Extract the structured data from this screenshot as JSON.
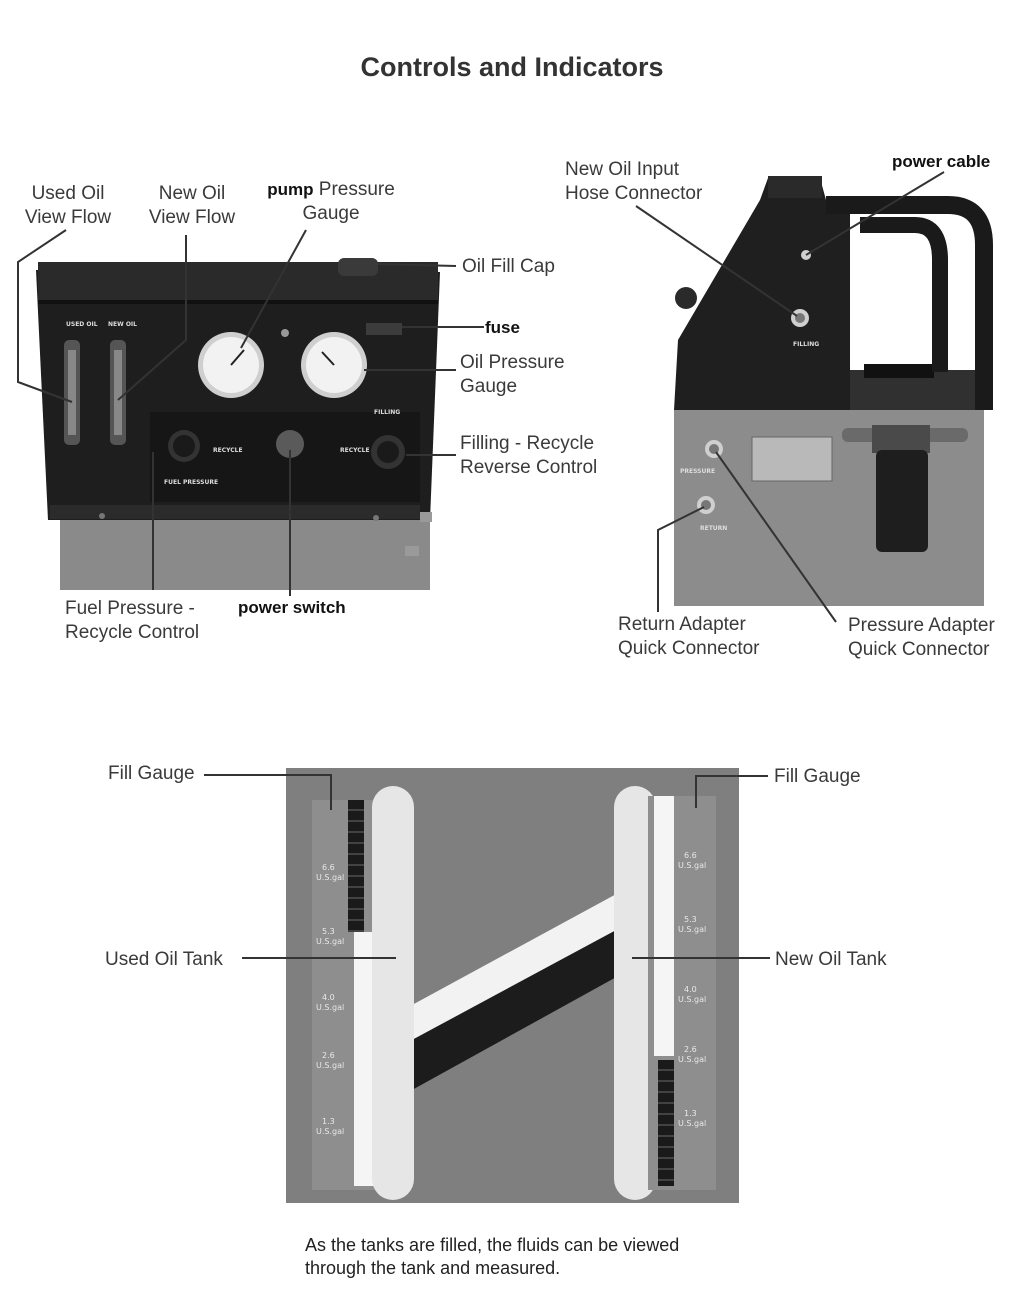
{
  "title": "Controls and Indicators",
  "front_panel": {
    "labels": {
      "used_oil_view_flow": [
        "Used Oil",
        "View Flow"
      ],
      "new_oil_view_flow": [
        "New Oil",
        "View Flow"
      ],
      "pump_pressure_gauge_bold": "pump",
      "pump_pressure_gauge": [
        "Pressure",
        "Gauge"
      ],
      "oil_fill_cap": "Oil Fill Cap",
      "fuse": "fuse",
      "oil_pressure_gauge": [
        "Oil Pressure",
        "Gauge"
      ],
      "filling_recycle": [
        "Filling - Recycle",
        "Reverse Control"
      ],
      "fuel_pressure_recycle": [
        "Fuel Pressure -",
        "Recycle Control"
      ],
      "power_switch": "power switch"
    },
    "panel_text": {
      "used_oil": "USED OIL",
      "new_oil": "NEW OIL",
      "recycle_left": "RECYCLE",
      "fuel_pressure": "FUEL PRESSURE",
      "filling": "FILLING",
      "recycle_right": "RECYCLE"
    }
  },
  "side_view": {
    "labels": {
      "new_oil_input": [
        "New Oil Input",
        "Hose Connector"
      ],
      "power_cable": "power cable",
      "return_adapter": [
        "Return Adapter",
        "Quick Connector"
      ],
      "pressure_adapter": [
        "Pressure Adapter",
        "Quick Connector"
      ]
    },
    "panel_text": {
      "filling": "FILLING",
      "pressure": "PRESSURE",
      "return": "RETURN"
    }
  },
  "tanks": {
    "labels": {
      "fill_gauge_left": "Fill Gauge",
      "fill_gauge_right": "Fill Gauge",
      "used_oil_tank": "Used Oil Tank",
      "new_oil_tank": "New Oil Tank"
    },
    "gauge_marks": [
      {
        "value": "6.6",
        "unit": "U.S.gal"
      },
      {
        "value": "5.3",
        "unit": "U.S.gal"
      },
      {
        "value": "4.0",
        "unit": "U.S.gal"
      },
      {
        "value": "2.6",
        "unit": "U.S.gal"
      },
      {
        "value": "1.3",
        "unit": "U.S.gal"
      }
    ]
  },
  "caption": [
    "As the tanks are filled, the fluids can be viewed",
    "through the tank and measured."
  ]
}
